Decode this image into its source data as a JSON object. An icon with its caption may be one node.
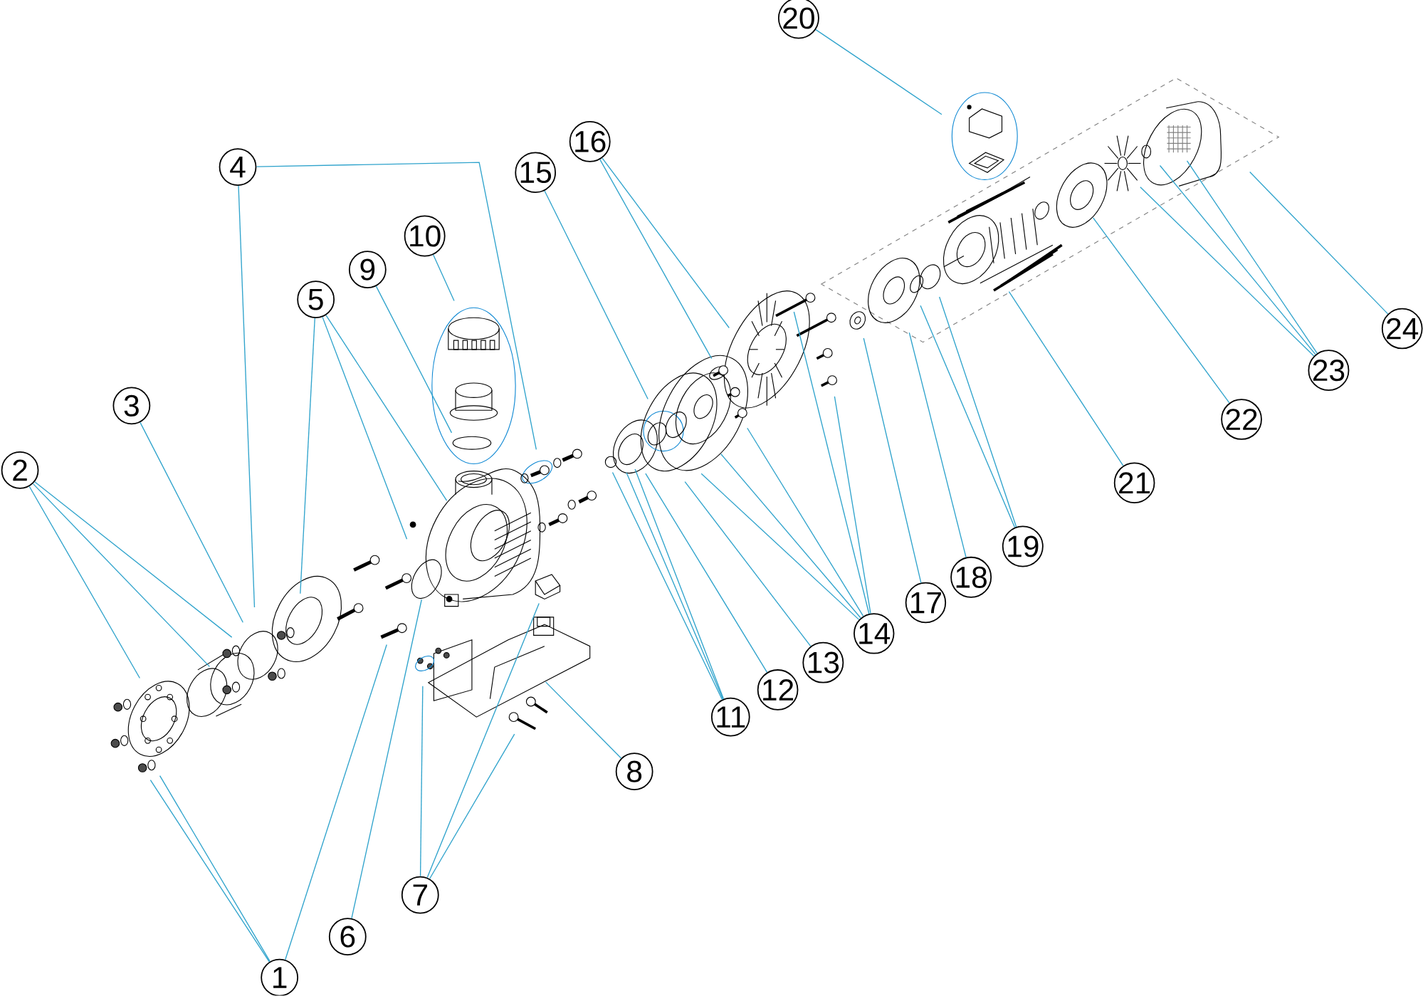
{
  "diagram": {
    "nodes": [
      {
        "text": [
          "1"
        ]
      },
      {
        "text": [
          "2"
        ]
      },
      {
        "text": [
          "3"
        ]
      },
      {
        "text": [
          "4"
        ]
      },
      {
        "text": [
          "5"
        ]
      },
      {
        "text": [
          "6"
        ]
      },
      {
        "text": [
          "7"
        ]
      },
      {
        "text": [
          "8"
        ]
      },
      {
        "text": [
          "9"
        ]
      },
      {
        "text": [
          "10"
        ]
      },
      {
        "text": [
          "11"
        ]
      },
      {
        "text": [
          "12"
        ]
      },
      {
        "text": [
          "13"
        ]
      },
      {
        "text": [
          "14"
        ]
      },
      {
        "text": [
          "15"
        ]
      },
      {
        "text": [
          "16"
        ]
      },
      {
        "text": [
          "17"
        ]
      },
      {
        "text": [
          "18"
        ]
      },
      {
        "text": [
          "19"
        ]
      },
      {
        "text": [
          "20"
        ]
      },
      {
        "text": [
          "21"
        ]
      },
      {
        "text": [
          "22"
        ]
      },
      {
        "text": [
          "23"
        ]
      },
      {
        "text": [
          "24"
        ]
      }
    ],
    "edges": [
      {
        "from": 0,
        "to": null,
        "arrow": "none"
      },
      {
        "from": 0,
        "to": null,
        "arrow": "none"
      },
      {
        "from": 0,
        "to": null,
        "arrow": "none"
      },
      {
        "from": 1,
        "to": null,
        "arrow": "none"
      },
      {
        "from": 1,
        "to": null,
        "arrow": "none"
      },
      {
        "from": 1,
        "to": null,
        "arrow": "none"
      },
      {
        "from": 2,
        "to": null,
        "arrow": "none"
      },
      {
        "from": 3,
        "to": null,
        "arrow": "none"
      },
      {
        "from": 3,
        "to": null,
        "arrow": "none"
      },
      {
        "from": 4,
        "to": null,
        "arrow": "none"
      },
      {
        "from": 4,
        "to": null,
        "arrow": "none"
      },
      {
        "from": 4,
        "to": null,
        "arrow": "none"
      },
      {
        "from": 5,
        "to": null,
        "arrow": "none"
      },
      {
        "from": 6,
        "to": null,
        "arrow": "none"
      },
      {
        "from": 6,
        "to": null,
        "arrow": "none"
      },
      {
        "from": 6,
        "to": null,
        "arrow": "none"
      },
      {
        "from": 7,
        "to": null,
        "arrow": "none"
      },
      {
        "from": 8,
        "to": null,
        "arrow": "none"
      },
      {
        "from": 9,
        "to": null,
        "arrow": "none"
      },
      {
        "from": 10,
        "to": null,
        "arrow": "none"
      },
      {
        "from": 10,
        "to": null,
        "arrow": "none"
      },
      {
        "from": 10,
        "to": null,
        "arrow": "none"
      },
      {
        "from": 11,
        "to": null,
        "arrow": "none"
      },
      {
        "from": 12,
        "to": null,
        "arrow": "none"
      },
      {
        "from": 13,
        "to": null,
        "arrow": "none"
      },
      {
        "from": 13,
        "to": null,
        "arrow": "none"
      },
      {
        "from": 13,
        "to": null,
        "arrow": "none"
      },
      {
        "from": 13,
        "to": null,
        "arrow": "none"
      },
      {
        "from": 13,
        "to": null,
        "arrow": "none"
      },
      {
        "from": 14,
        "to": null,
        "arrow": "none"
      },
      {
        "from": 15,
        "to": null,
        "arrow": "none"
      },
      {
        "from": 15,
        "to": null,
        "arrow": "none"
      },
      {
        "from": 16,
        "to": null,
        "arrow": "none"
      },
      {
        "from": 17,
        "to": null,
        "arrow": "none"
      },
      {
        "from": 18,
        "to": null,
        "arrow": "none"
      },
      {
        "from": 18,
        "to": null,
        "arrow": "none"
      },
      {
        "from": 19,
        "to": null,
        "arrow": "none"
      },
      {
        "from": 20,
        "to": null,
        "arrow": "none"
      },
      {
        "from": 21,
        "to": null,
        "arrow": "none"
      },
      {
        "from": 22,
        "to": null,
        "arrow": "none"
      },
      {
        "from": 22,
        "to": null,
        "arrow": "none"
      },
      {
        "from": 22,
        "to": null,
        "arrow": "none"
      },
      {
        "from": 23,
        "to": null,
        "arrow": "none"
      }
    ]
  }
}
